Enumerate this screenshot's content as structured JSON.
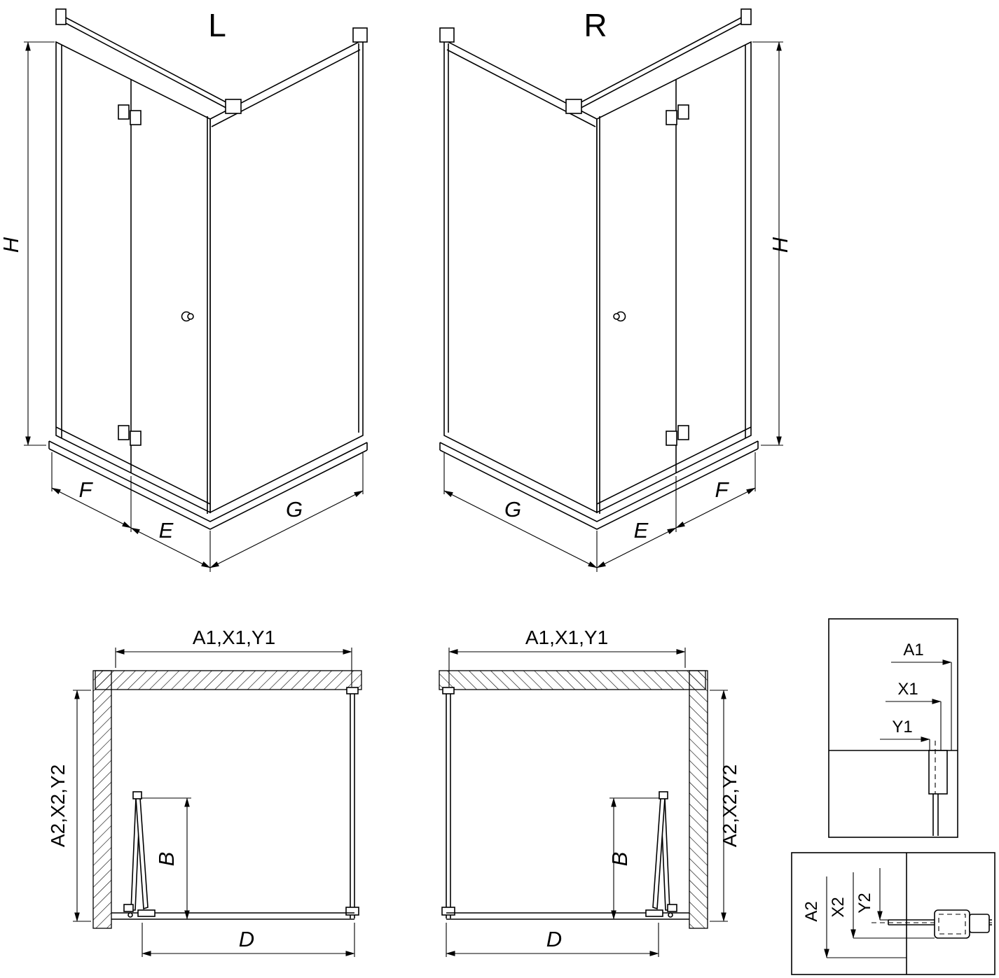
{
  "colors": {
    "line": "#000000",
    "background": "#ffffff"
  },
  "views": {
    "left_3d": {
      "label": "L",
      "dim_height": "H",
      "dim_front_fixed": "F",
      "dim_door": "E",
      "dim_side": "G"
    },
    "right_3d": {
      "label": "R",
      "dim_height": "H",
      "dim_front_fixed": "F",
      "dim_door": "E",
      "dim_side": "G"
    },
    "plan_left": {
      "dim_top": "A1,X1,Y1",
      "dim_side": "A2,X2,Y2",
      "dim_door_depth": "B",
      "dim_bottom": "D"
    },
    "plan_right": {
      "dim_top": "A1,X1,Y1",
      "dim_side": "A2,X2,Y2",
      "dim_door_depth": "B",
      "dim_bottom": "D"
    },
    "detail_top": {
      "dim_a": "A1",
      "dim_x": "X1",
      "dim_y": "Y1"
    },
    "detail_bottom": {
      "dim_a": "A2",
      "dim_x": "X2",
      "dim_y": "Y2"
    }
  }
}
